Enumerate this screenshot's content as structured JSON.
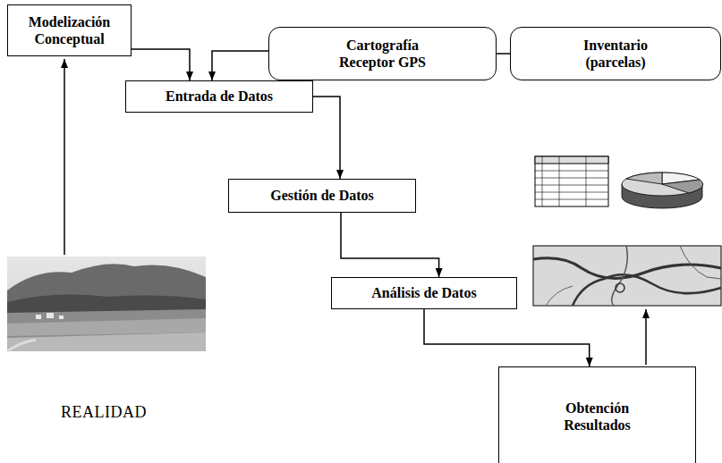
{
  "diagram": {
    "nodes": [
      {
        "text": [
          "Modelización Conceptual"
        ]
      },
      {
        "text": [
          "Cartografía Receptor GPS"
        ]
      },
      {
        "text": [
          "Inventario (parcelas)"
        ]
      },
      {
        "text": [
          "Entrada de Datos"
        ]
      },
      {
        "text": [
          "Gestión de Datos"
        ]
      },
      {
        "text": [
          "Análisis de Datos"
        ]
      },
      {
        "text": [
          "Obtención Resultados"
        ]
      }
    ],
    "edges": [
      {
        "from": 0,
        "to": 3,
        "arrow": "to"
      },
      {
        "from": 1,
        "to": 3,
        "arrow": "to"
      },
      {
        "from": 2,
        "to": 1,
        "arrow": "none"
      },
      {
        "from": 3,
        "to": 4,
        "arrow": "to"
      },
      {
        "from": 4,
        "to": 5,
        "arrow": "to"
      },
      {
        "from": 5,
        "to": 6,
        "arrow": "to"
      }
    ],
    "labels": [
      "REALIDAD"
    ]
  }
}
